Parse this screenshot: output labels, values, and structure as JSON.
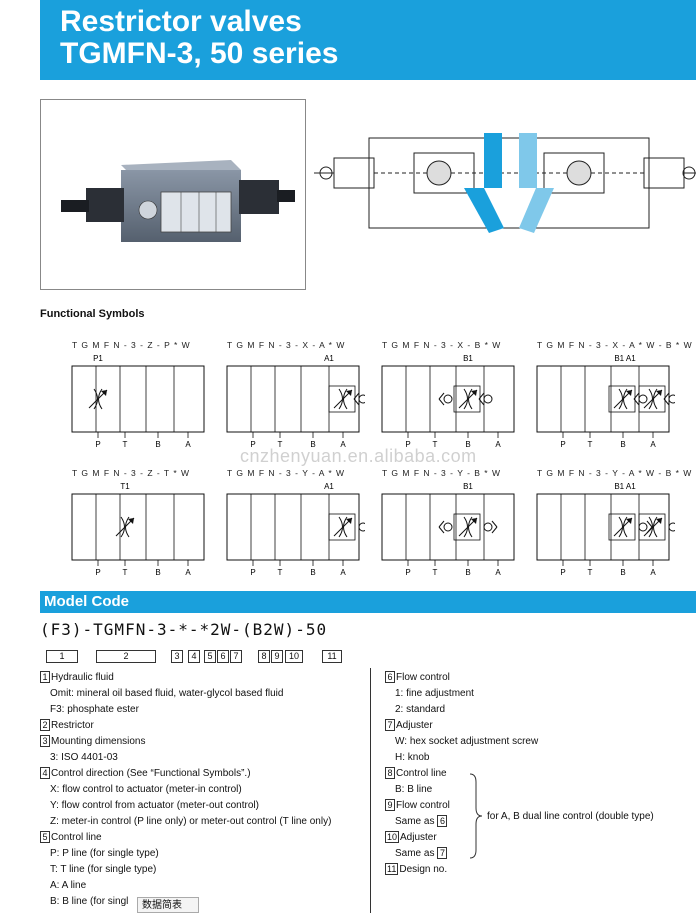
{
  "header": {
    "title_line1": "Restrictor valves",
    "title_line2": "TGMFN-3, 50 series"
  },
  "functional_symbols": {
    "heading": "Functional Symbols",
    "symbols": [
      {
        "code": "TGMFN-3-Z-P*W",
        "top": "P1",
        "ports": [
          "P",
          "T",
          "B",
          "A"
        ]
      },
      {
        "code": "TGMFN-3-X-A*W",
        "top": "A1",
        "ports": [
          "P",
          "T",
          "B",
          "A"
        ]
      },
      {
        "code": "TGMFN-3-X-B*W",
        "top": "B1",
        "ports": [
          "P",
          "T",
          "B",
          "A"
        ]
      },
      {
        "code": "TGMFN-3-X-A*W-B*W",
        "top": "B1   A1",
        "ports": [
          "P",
          "T",
          "B",
          "A"
        ]
      },
      {
        "code": "TGMFN-3-Z-T*W",
        "top": "T1",
        "ports": [
          "P",
          "T",
          "B",
          "A"
        ]
      },
      {
        "code": "TGMFN-3-Y-A*W",
        "top": "A1",
        "ports": [
          "P",
          "T",
          "B",
          "A"
        ]
      },
      {
        "code": "TGMFN-3-Y-B*W",
        "top": "B1",
        "ports": [
          "P",
          "T",
          "B",
          "A"
        ]
      },
      {
        "code": "TGMFN-3-Y-A*W-B*W",
        "top": "B1   A1",
        "ports": [
          "P",
          "T",
          "B",
          "A"
        ]
      }
    ]
  },
  "watermark": "cnzhenyuan.en.alibaba.com",
  "model_code": {
    "heading": "Model Code",
    "code": "(F3)-TGMFN-3-*-*2W-(B2W)-50",
    "boxes": [
      "1",
      "2",
      "3",
      "4",
      "5",
      "6",
      "7",
      "8",
      "9",
      "10",
      "11"
    ]
  },
  "left_col": [
    {
      "n": "1",
      "t": "Hydraulic fluid"
    },
    {
      "s": "Omit: mineral oil based fluid, water-glycol based fluid"
    },
    {
      "s": "F3: phosphate ester"
    },
    {
      "n": "2",
      "t": "Restrictor"
    },
    {
      "n": "3",
      "t": "Mounting dimensions"
    },
    {
      "s": "3: ISO 4401-03"
    },
    {
      "n": "4",
      "t": "Control direction (See “Functional Symbols”.)"
    },
    {
      "s": "X: flow control to actuator (meter-in control)"
    },
    {
      "s": "Y: flow control from actuator (meter-out control)"
    },
    {
      "s": "Z: meter-in control (P line only) or meter-out control (T line only)"
    },
    {
      "n": "5",
      "t": "Control line"
    },
    {
      "s": "P: P line (for single type)"
    },
    {
      "s": "T: T line (for single type)"
    },
    {
      "s": "A: A line"
    },
    {
      "s": "B: B line (for singl"
    }
  ],
  "right_col": [
    {
      "n": "6",
      "t": "Flow control"
    },
    {
      "s": "1: fine adjustment"
    },
    {
      "s": "2: standard"
    },
    {
      "n": "7",
      "t": "Adjuster"
    },
    {
      "s": "W: hex socket adjustment screw"
    },
    {
      "s": "H: knob"
    },
    {
      "n": "8",
      "t": "Control line"
    },
    {
      "s": "B: B line"
    },
    {
      "n": "9",
      "t": "Flow control"
    },
    {
      "s": "Same as",
      "ref": "6"
    },
    {
      "n": "10",
      "t": "Adjuster"
    },
    {
      "s": "Same as",
      "ref": "7"
    },
    {
      "n": "11",
      "t": "Design no."
    }
  ],
  "brace_note": "for A, B dual line control (double type)",
  "overlay_tag": "数据简表"
}
